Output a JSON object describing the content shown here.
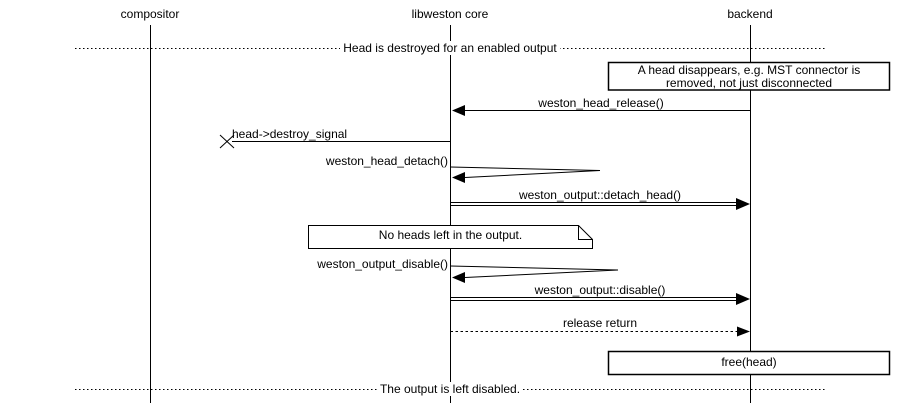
{
  "sequence": {
    "participants": [
      {
        "label": "compositor"
      },
      {
        "label": "libweston core"
      },
      {
        "label": "backend"
      }
    ],
    "dividers": [
      {
        "label": "Head is destroyed for an enabled output"
      },
      {
        "label": "The output is left disabled."
      }
    ],
    "notes": {
      "head_disappears": {
        "line1": "A head disappears, e.g. MST connector is",
        "line2": "removed, not just disconnected"
      },
      "no_heads": {
        "text": "No heads left in the output."
      },
      "free_head": {
        "text": "free(head)"
      }
    },
    "messages": {
      "head_release": {
        "label": "weston_head_release()",
        "from": "backend",
        "to": "libweston core",
        "style": "solid"
      },
      "destroy_signal": {
        "label": "head->destroy_signal",
        "from": "libweston core",
        "to": "lost",
        "style": "solid"
      },
      "head_detach": {
        "label": "weston_head_detach()",
        "type": "self"
      },
      "detach_head": {
        "label": "weston_output::detach_head()",
        "from": "libweston core",
        "to": "backend",
        "style": "solid"
      },
      "output_disable": {
        "label": "weston_output_disable()",
        "type": "self"
      },
      "disable": {
        "label": "weston_output::disable()",
        "from": "libweston core",
        "to": "backend",
        "style": "solid"
      },
      "release_return": {
        "label": "release return",
        "from": "libweston core",
        "to": "backend",
        "style": "dotted"
      }
    },
    "colors": {
      "foreground": "#000000",
      "background": "#ffffff"
    }
  }
}
